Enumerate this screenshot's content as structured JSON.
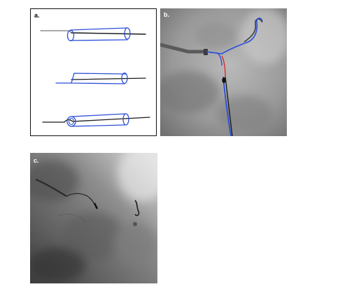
{
  "figure": {
    "panels": [
      {
        "label": "a."
      },
      {
        "label": "b."
      },
      {
        "label": "c."
      }
    ]
  },
  "colors": {
    "ink": "#1a1a1a",
    "guidewire_blue": "#2b4fd8",
    "device_red": "#d43030"
  }
}
